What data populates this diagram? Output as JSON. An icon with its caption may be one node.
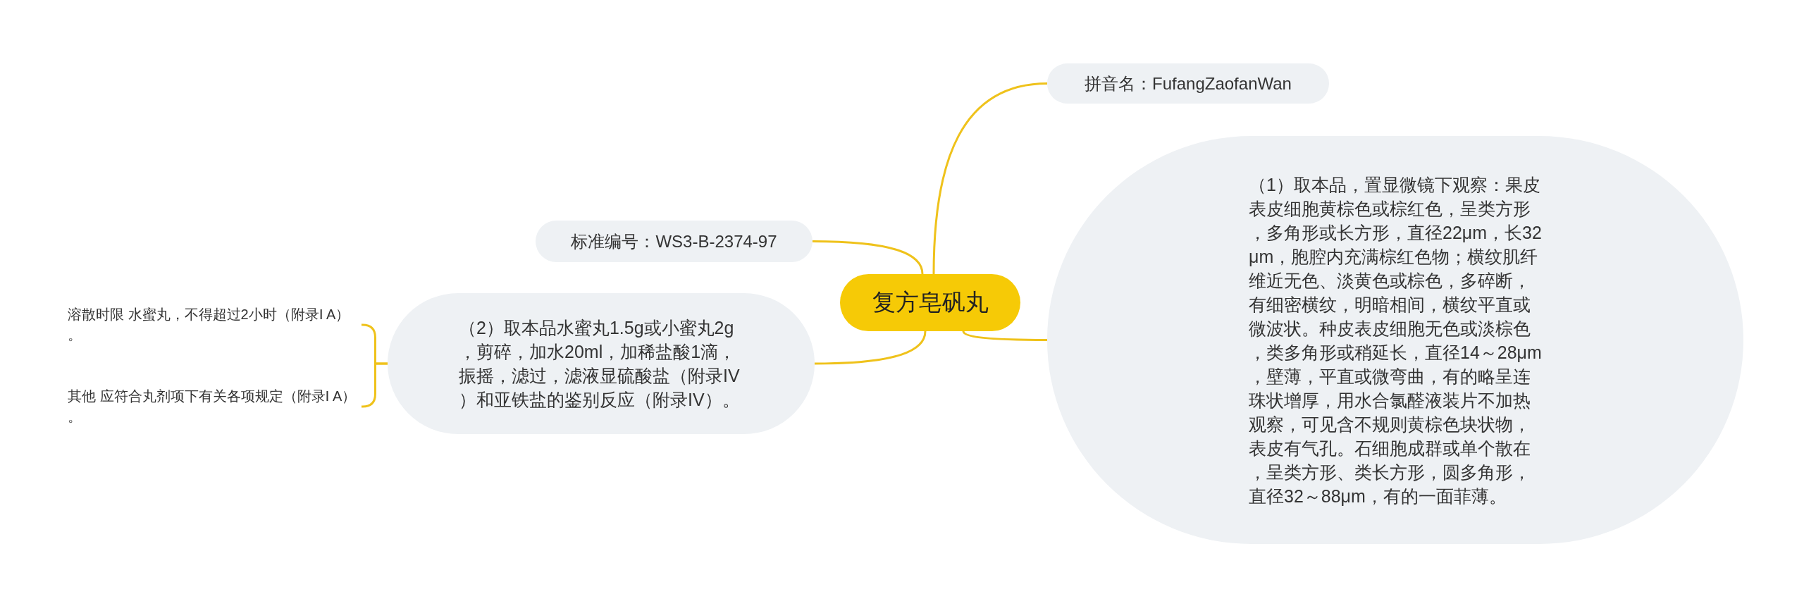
{
  "diagram": {
    "nodes": [
      {
        "text": [
          "复方皂矾丸"
        ]
      },
      {
        "text": [
          "拼音名：FufangZaofanWan"
        ]
      },
      {
        "text": [
          "标准编号：WS3-B-2374-97"
        ]
      },
      {
        "text": [
          "（1）取本品，置显微镜下观察：果皮表皮细胞黄棕色或棕红色，呈类方形，多角形或长方形，直径22μm，长32μm，胞腔内充满棕红色物；横纹肌纤维近无色、淡黄色或棕色，多碎断，有细密横纹，明暗相间，横纹平直或微波状。种皮表皮细胞无色或淡棕色，类多角形或稍延长，直径14～28μm，壁薄，平直或微弯曲，有的略呈连珠状增厚，用水合氯醛液装片不加热观察，可见含不规则黄棕色块状物，表皮有气孔。石细胞成群或单个散在，呈类方形、类长方形，圆多角形，直径32～88μm，有的一面菲薄。"
        ]
      },
      {
        "text": [
          "（2）取本品水蜜丸1.5g或小蜜丸2g，剪碎，加水20ml，加稀盐酸1滴，振摇，滤过，滤液显硫酸盐（附录IV）和亚铁盐的鉴别反应（附录IV）。"
        ]
      },
      {
        "text": [
          "溶散时限 水蜜丸，不得超过2小时（附录Ⅰ A）。"
        ]
      },
      {
        "text": [
          "其他 应符合丸剂项下有关各项规定（附录Ⅰ A）。"
        ]
      }
    ],
    "edges": [
      {
        "from": 0,
        "to": 1,
        "arrow": "none"
      },
      {
        "from": 0,
        "to": 2,
        "arrow": "none"
      },
      {
        "from": 0,
        "to": 3,
        "arrow": "none"
      },
      {
        "from": 0,
        "to": 4,
        "arrow": "none"
      },
      {
        "from": 4,
        "to": 5,
        "arrow": "none"
      },
      {
        "from": 4,
        "to": 6,
        "arrow": "none"
      }
    ]
  }
}
